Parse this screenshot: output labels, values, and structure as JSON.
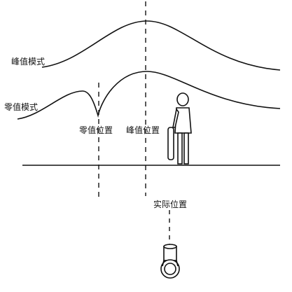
{
  "labels": {
    "peak_mode": "峰值模式",
    "null_mode": "零值模式",
    "null_position": "零值位置",
    "peak_position": "峰值位置",
    "actual_position": "实际位置"
  },
  "colors": {
    "line": "#111111",
    "background": "#ffffff"
  },
  "icons": {
    "person": "person-icon",
    "pipe": "pipe-cross-section-icon"
  }
}
